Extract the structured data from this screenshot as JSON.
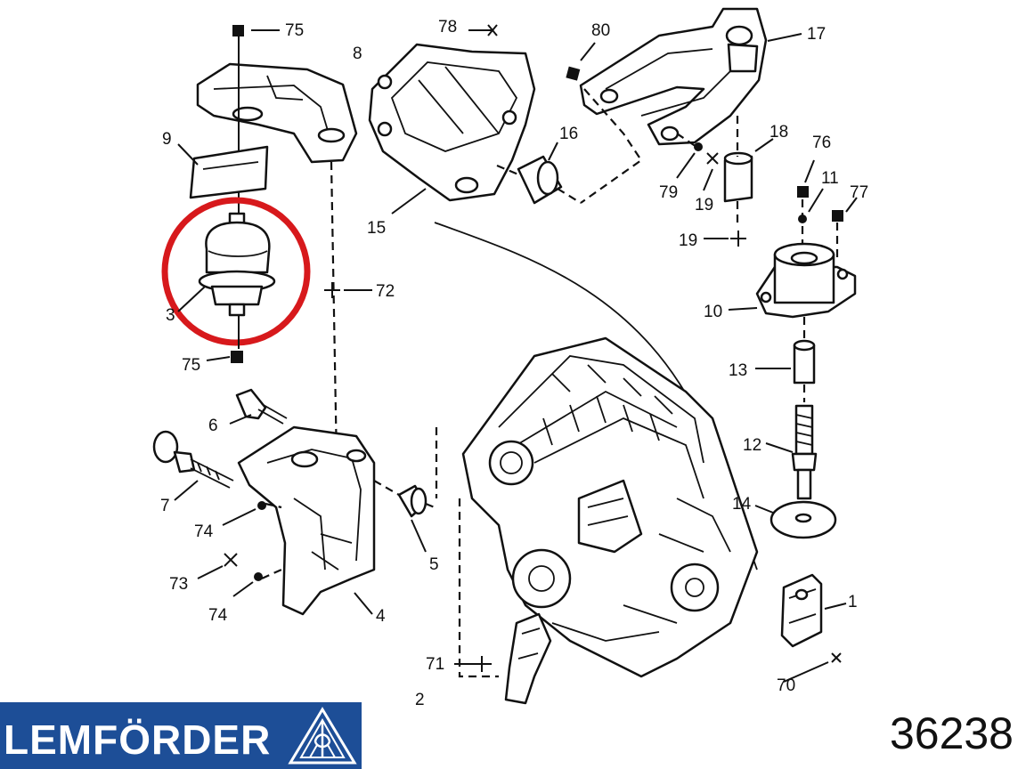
{
  "diagram": {
    "labels": {
      "l75_top": "75",
      "l8": "8",
      "l9": "9",
      "l3": "3",
      "l75_bottom": "75",
      "l72": "72",
      "l6": "6",
      "l7": "7",
      "l74_a": "74",
      "l73": "73",
      "l74_b": "74",
      "l4": "4",
      "l5": "5",
      "l78": "78",
      "l80": "80",
      "l17": "17",
      "l16": "16",
      "l15": "15",
      "l18": "18",
      "l79": "79",
      "l19_a": "19",
      "l76": "76",
      "l11": "11",
      "l77": "77",
      "l19_b": "19",
      "l10": "10",
      "l13": "13",
      "l12": "12",
      "l14": "14",
      "l1": "1",
      "l70": "70",
      "l71": "71",
      "l2": "2"
    },
    "highlight_color": "#d7191c",
    "ink_color": "#111111"
  },
  "brand": {
    "name": "LEMFÖRDER",
    "bar_color": "#1d4e97",
    "logo_icon": "lemforder-a-logo-icon"
  },
  "part_number": "36238"
}
